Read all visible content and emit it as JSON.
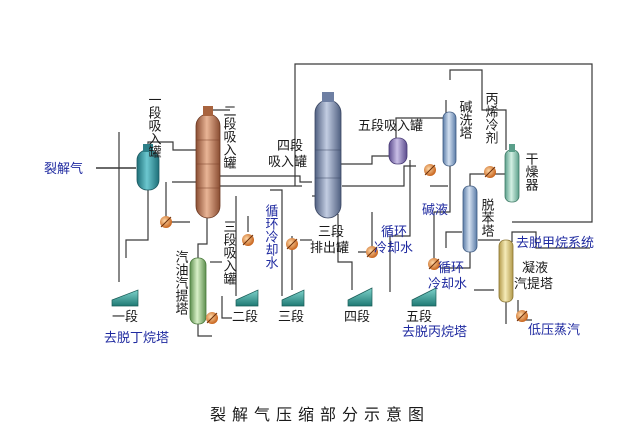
{
  "title": "裂解气压缩部分示意图",
  "labels": {
    "cracked_gas": "裂解气",
    "stage1_drum": "一段吸入罐",
    "stage2_drum": "二段吸入罐",
    "stage3_drum": "三段吸入罐",
    "stage4_drum": "四段吸入罐",
    "stage3_discharge": "三段排出罐",
    "stage5_drum": "五段吸入罐",
    "caustic_tower": "碱洗塔",
    "caustic_liquid": "碱液",
    "propylene_refrigerant": "丙烯冷剂",
    "dryer": "干燥器",
    "debenzene_tower": "脱苯塔",
    "condensate_stripper": "凝液汽提塔",
    "gasoline_stripper": "汽油汽提塔",
    "cooling_water_a": "循环冷却水",
    "cooling_water_b": "循环冷却水",
    "cooling_water_c": "循环冷却水",
    "to_demethanizer": "去脱甲烷系统",
    "to_debutanizer": "去脱丁烷塔",
    "to_depropanizer": "去脱丙烷塔",
    "lp_steam": "低压蒸汽",
    "comp_stage1": "一段",
    "comp_stage2": "二段",
    "comp_stage3": "三段",
    "comp_stage4": "四段",
    "comp_stage5": "五段"
  },
  "colors": {
    "text_label": "#1a1a1a",
    "text_blue": "#1f2aa0",
    "teal_vessel": "#2d8f9a",
    "copper_vessel": "#c07a55",
    "slate_vessel": "#8fa0bf",
    "purple_vessel": "#8a7ab8",
    "green_vessel": "#8fc07a",
    "compressor": "#3aa6a0",
    "cooler": "#e08a3a"
  }
}
